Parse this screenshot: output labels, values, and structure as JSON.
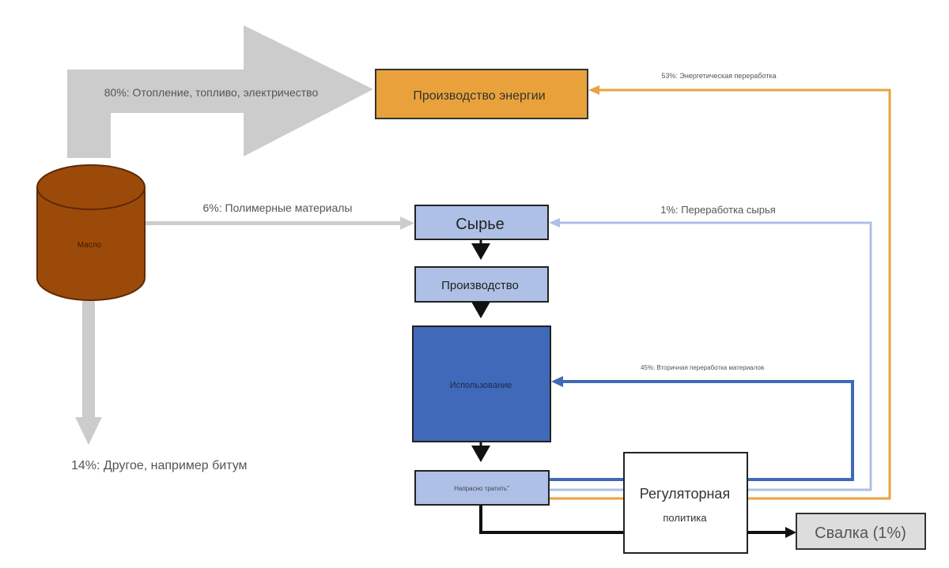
{
  "title": "Oil flow and recycling diagram",
  "colors": {
    "gray_arrow": "#cccccc",
    "oil_fill": "#9c4a0a",
    "oil_stroke": "#5e2a06",
    "energy_fill": "#e9a23b",
    "light_blue": "#aec0e6",
    "dark_blue": "#4169ba",
    "orange_line": "#e9a33f",
    "landfill_fill": "#dddddd",
    "text_gray": "#555555",
    "text_dark": "#333333"
  },
  "nodes": {
    "oil": {
      "label": "Масло"
    },
    "energy_production": {
      "label": "Производство энергии"
    },
    "raw_materials": {
      "label": "Сырье"
    },
    "production": {
      "label": "Производство"
    },
    "usage": {
      "label": "Использование"
    },
    "waste": {
      "label": "Напрасно тратить\""
    },
    "regulatory_policy": {
      "label_line1": "Регуляторная",
      "label_line2": "политика"
    },
    "landfill": {
      "label": "Свалка (1%)"
    }
  },
  "flows": {
    "energy_80": {
      "label": "80%: Отопление, топливо, электричество",
      "percent": 80
    },
    "polymers_6": {
      "label": "6%: Полимерные материалы",
      "percent": 6
    },
    "other_14": {
      "label": "14%: Другое, например битум",
      "percent": 14
    },
    "energy_recovery_53": {
      "label": "53%: Энергетическая переработка",
      "percent": 53
    },
    "feedstock_recycling_1": {
      "label": "1%: Переработка сырья",
      "percent": 1
    },
    "material_recycling_45": {
      "label": "45%: Вторичная переработка материалов",
      "percent": 45
    }
  }
}
